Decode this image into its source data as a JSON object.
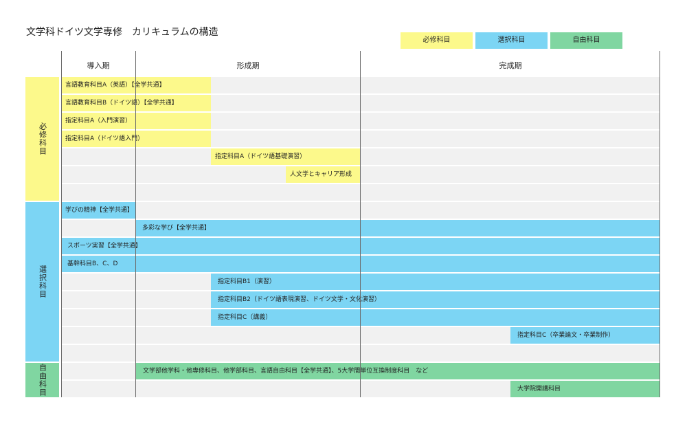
{
  "title": "文学科ドイツ文学専修　カリキュラムの構造",
  "legend": {
    "required": "必修科目",
    "elective": "選択科目",
    "free": "自由科目"
  },
  "phases": {
    "intro": "導入期",
    "formation": "形成期",
    "completion": "完成期"
  },
  "groups": {
    "required": "必修科目",
    "elective": "選択科目",
    "free": "自由科目"
  },
  "courses": {
    "lang_a": "言語教育科目A（英語）【全学共通】",
    "lang_b": "言語教育科目B（ドイツ語）【全学共通】",
    "designated_a_intro_seminar": "指定科目A（入門演習）",
    "designated_a_german_intro": "指定科目A（ドイツ語入門）",
    "designated_a_german_basic_seminar": "指定科目A（ドイツ語基礎演習）",
    "humanities_career": "人文学とキャリア形成",
    "spirit_of_learning": "学びの精神【全学共通】",
    "diverse_learning": "多彩な学び【全学共通】",
    "sports": "スポーツ実習【全学共通】",
    "core_bcd": "基幹科目B、C、D",
    "designated_b1": "指定科目B1（演習）",
    "designated_b2": "指定科目B2（ドイツ語表現演習、ドイツ文学・文化演習）",
    "designated_c_lecture": "指定科目C（講義）",
    "designated_c_thesis": "指定科目C（卒業論文・卒業制作）",
    "other_subjects": "文学部他学科・他専修科目、他学部科目、言語自由科目【全学共通】、5大学間単位互換制度科目　など",
    "graduate_school": "大学院開講科目"
  },
  "colors": {
    "required": "#fcf98b",
    "elective": "#7cd5f4",
    "free": "#80d6a1",
    "row_background": "#f1f1f1",
    "divider": "#6b6b6b"
  }
}
